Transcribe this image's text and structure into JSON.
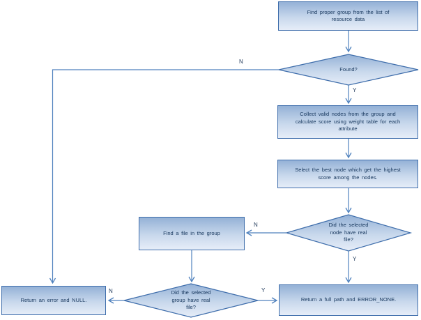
{
  "flowchart": {
    "nodes": {
      "find_proper_group": "Find proper group from the list of\nresource data",
      "found": "Found?",
      "collect_valid_nodes": "Collect valid nodes from the group and\ncalculate score using weight table for each\nattribute",
      "select_best_node": "Select the best node which get the highest\nscore among the nodes.",
      "node_have_real_file": "Did the selected\nnode have real\nfile?",
      "find_file_in_group": "Find a file in the group",
      "group_have_real_file": "Did the selected\ngroup have real\nfile?",
      "return_error_null": "Return an error and NULL.",
      "return_full_path": "Return a full path and ERROR_NONE."
    },
    "branch_labels": {
      "found_no": "N",
      "found_yes": "Y",
      "node_file_no": "N",
      "node_file_yes": "Y",
      "group_file_no": "N",
      "group_file_yes": "Y"
    },
    "edges": [
      {
        "from": "find_proper_group",
        "to": "found",
        "label": ""
      },
      {
        "from": "found",
        "to": "return_error_null",
        "label": "N"
      },
      {
        "from": "found",
        "to": "collect_valid_nodes",
        "label": "Y"
      },
      {
        "from": "collect_valid_nodes",
        "to": "select_best_node",
        "label": ""
      },
      {
        "from": "select_best_node",
        "to": "node_have_real_file",
        "label": ""
      },
      {
        "from": "node_have_real_file",
        "to": "find_file_in_group",
        "label": "N"
      },
      {
        "from": "node_have_real_file",
        "to": "return_full_path",
        "label": "Y"
      },
      {
        "from": "find_file_in_group",
        "to": "group_have_real_file",
        "label": ""
      },
      {
        "from": "group_have_real_file",
        "to": "return_error_null",
        "label": "N"
      },
      {
        "from": "group_have_real_file",
        "to": "return_full_path",
        "label": "Y"
      }
    ],
    "colors": {
      "connector": "#4f81bd",
      "shape_border": "#3e6dab",
      "shape_fill_top": "#94b1d6",
      "shape_fill_bottom": "#e6edf8",
      "text": "#17375d",
      "background": "#ffffff"
    }
  }
}
